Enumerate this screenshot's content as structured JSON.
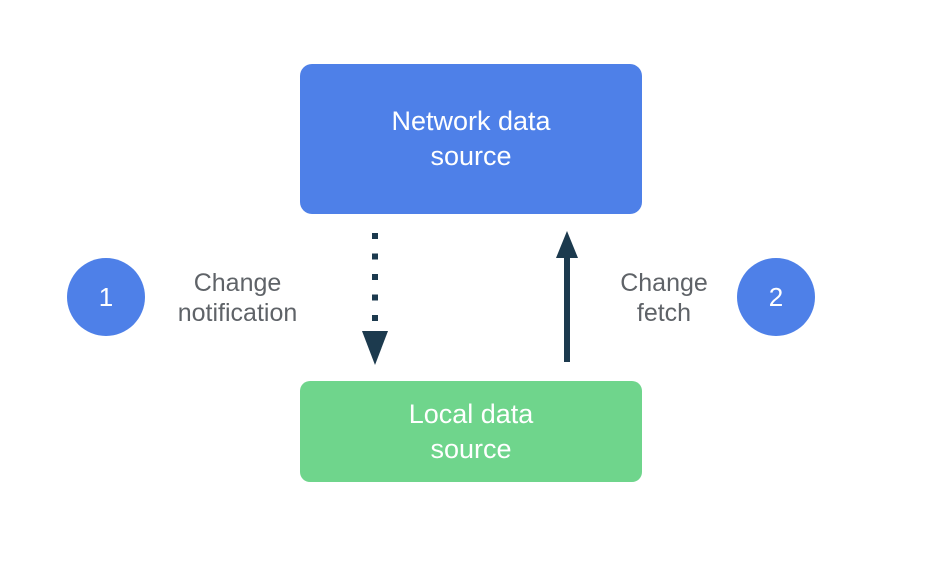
{
  "diagram": {
    "network_box": {
      "label": "Network data source"
    },
    "local_box": {
      "label": "Local data source"
    },
    "step1": {
      "number": "1",
      "label": "Change notification"
    },
    "step2": {
      "number": "2",
      "label": "Change fetch"
    },
    "arrows": {
      "change_notification": {
        "style": "dashed",
        "direction": "down",
        "from": "Network data source",
        "to": "Local data source"
      },
      "change_fetch": {
        "style": "solid",
        "direction": "up",
        "from": "Local data source",
        "to": "Network data source"
      }
    },
    "colors": {
      "box_blue": "#4E80E8",
      "box_green": "#6FD58C",
      "arrow_dark": "#1C3A4E",
      "label_gray": "#5F6368",
      "background": "#FFFFFF"
    }
  }
}
